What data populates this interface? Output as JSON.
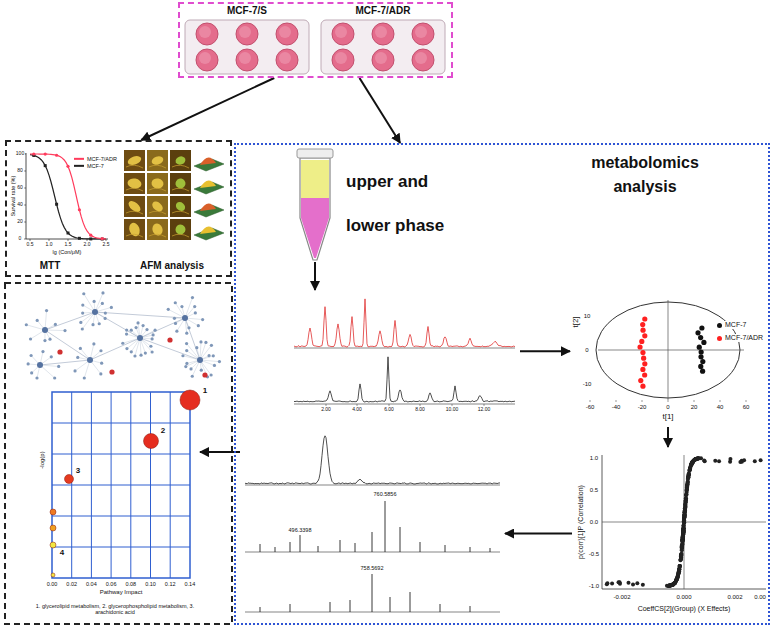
{
  "diagram": {
    "nodes": [
      {
        "text": [
          "MCF-7/S",
          "MCF-7/ADR"
        ]
      },
      {
        "text": [
          "MTT",
          "AFM analysis"
        ]
      },
      {
        "text": [
          "metabolomics analysis"
        ]
      },
      {
        "text": [
          "upper and lower phase"
        ],
        "in": 2
      },
      {
        "text": [
          "2.00",
          "4.00",
          "6.00",
          "8.00",
          "10.00",
          "12.00"
        ],
        "in": 2
      },
      {
        "text": [
          "t[2]",
          "t[1]"
        ],
        "in": 2
      },
      {
        "text": [
          "p(corr)[1]P (Correlation)",
          "CoeffCS[2](Group) (X Effects)"
        ],
        "in": 2
      },
      {
        "text": [
          "760.5856",
          "496.3398",
          "758.5692"
        ],
        "in": 2
      },
      {
        "text": [
          "-log(p)",
          "Pathway Impact",
          "1. glycerolipid metabolism, 2. glycerophospholipid metabolism, 3. arachidonic acid"
        ]
      }
    ],
    "edges": [
      {
        "from": 0,
        "to": 1,
        "arrow": "to"
      },
      {
        "from": 0,
        "to": 2,
        "arrow": "to"
      },
      {
        "from": 3,
        "to": 4,
        "arrow": "to"
      },
      {
        "from": 4,
        "to": 5,
        "arrow": "to"
      },
      {
        "from": 5,
        "to": 6,
        "arrow": "to"
      },
      {
        "from": 6,
        "to": 7,
        "arrow": "to"
      },
      {
        "from": 7,
        "to": 8,
        "arrow": "to"
      }
    ],
    "labels": [
      "Survival rate (%)",
      "lg (Con/μM)",
      "100",
      "80",
      "60",
      "40",
      "20",
      "0",
      "0.5",
      "1.0",
      "1.5",
      "2.0",
      "2.5",
      "-60",
      "-40",
      "-20",
      "0",
      "20",
      "40",
      "60",
      "10",
      "0",
      "-10",
      "1.0",
      "0.5",
      "0.0",
      "-0.5",
      "-1.0",
      "-0.002",
      "0.000",
      "0.002",
      "0.00",
      "0.00",
      "0.02",
      "0.04",
      "0.06",
      "0.08",
      "0.10",
      "0.12",
      "0.14",
      "1",
      "2",
      "3",
      "4"
    ],
    "legend": [
      {
        "text": "MCF-7/ADR",
        "color": "#ff3b5c"
      },
      {
        "text": "MCF-7",
        "color": "#222222"
      },
      {
        "text": "MCF-7",
        "color": "#111111"
      },
      {
        "text": "MCF-7/ADR",
        "color": "#ff2020"
      }
    ]
  }
}
